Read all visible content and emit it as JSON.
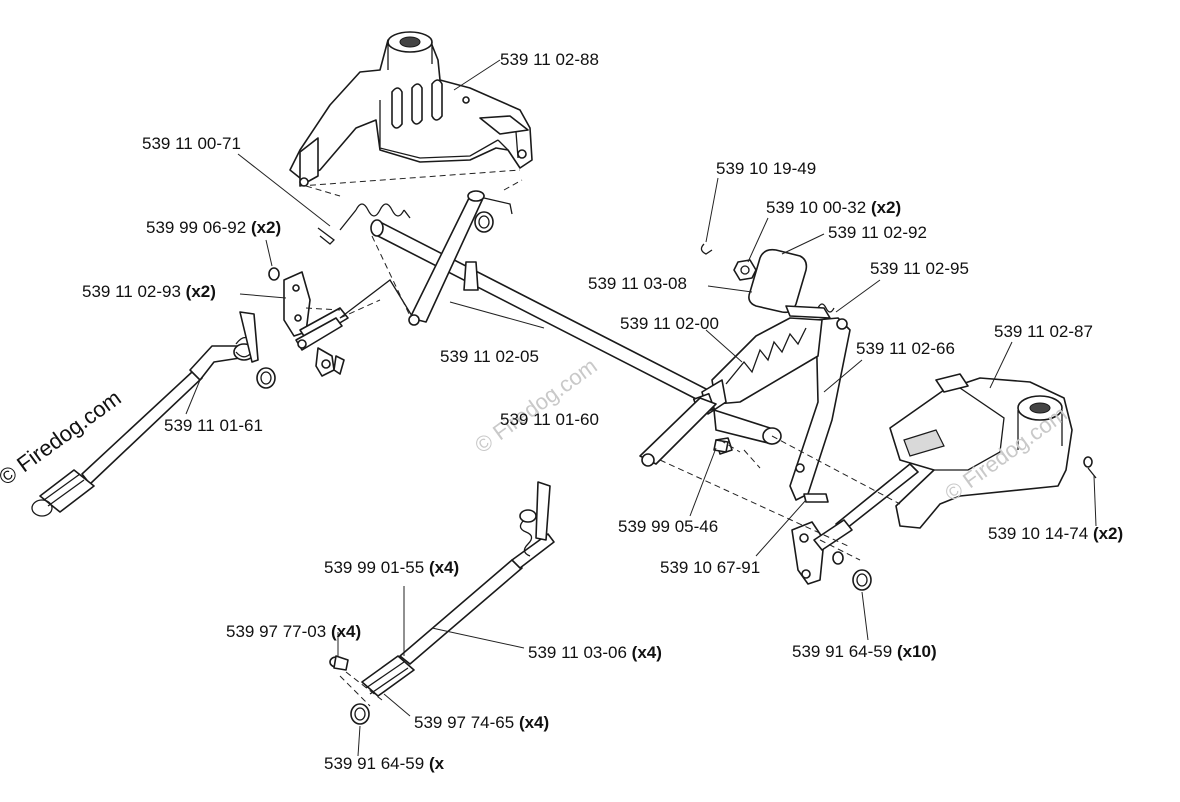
{
  "watermark": "© Firedog.com",
  "labels": [
    {
      "id": "l1",
      "num": "539 11 02-88",
      "qty": ""
    },
    {
      "id": "l2",
      "num": "539 11 00-71",
      "qty": ""
    },
    {
      "id": "l3",
      "num": "539 10 19-49",
      "qty": ""
    },
    {
      "id": "l4",
      "num": "539 10 00-32",
      "qty": "(x2)"
    },
    {
      "id": "l5",
      "num": "539 99 06-92",
      "qty": "(x2)"
    },
    {
      "id": "l6",
      "num": "539 11 02-92",
      "qty": ""
    },
    {
      "id": "l7",
      "num": "539 11 03-08",
      "qty": ""
    },
    {
      "id": "l8",
      "num": "539 11 02-95",
      "qty": ""
    },
    {
      "id": "l9",
      "num": "539 11 02-93",
      "qty": "(x2)"
    },
    {
      "id": "l10",
      "num": "539 11 02-00",
      "qty": ""
    },
    {
      "id": "l11",
      "num": "539 11 02-87",
      "qty": ""
    },
    {
      "id": "l12",
      "num": "539 11 02-66",
      "qty": ""
    },
    {
      "id": "l13",
      "num": "539 11 02-05",
      "qty": ""
    },
    {
      "id": "l14",
      "num": "539 11 01-61",
      "qty": ""
    },
    {
      "id": "l15",
      "num": "539 11 01-60",
      "qty": ""
    },
    {
      "id": "l16",
      "num": "539 10 14-74",
      "qty": "(x2)"
    },
    {
      "id": "l17",
      "num": "539 99 05-46",
      "qty": ""
    },
    {
      "id": "l18",
      "num": "539 10 67-91",
      "qty": ""
    },
    {
      "id": "l19",
      "num": "539 99 01-55",
      "qty": "(x4)"
    },
    {
      "id": "l20",
      "num": "539 97 77-03",
      "qty": "(x4)"
    },
    {
      "id": "l21",
      "num": "539 11 03-06",
      "qty": "(x4)"
    },
    {
      "id": "l22",
      "num": "539 91 64-59",
      "qty": "(x10)"
    },
    {
      "id": "l23",
      "num": "539 97 74-65",
      "qty": "(x4)"
    },
    {
      "id": "l24",
      "num": "539 91 64-59",
      "qty": "(x"
    }
  ]
}
